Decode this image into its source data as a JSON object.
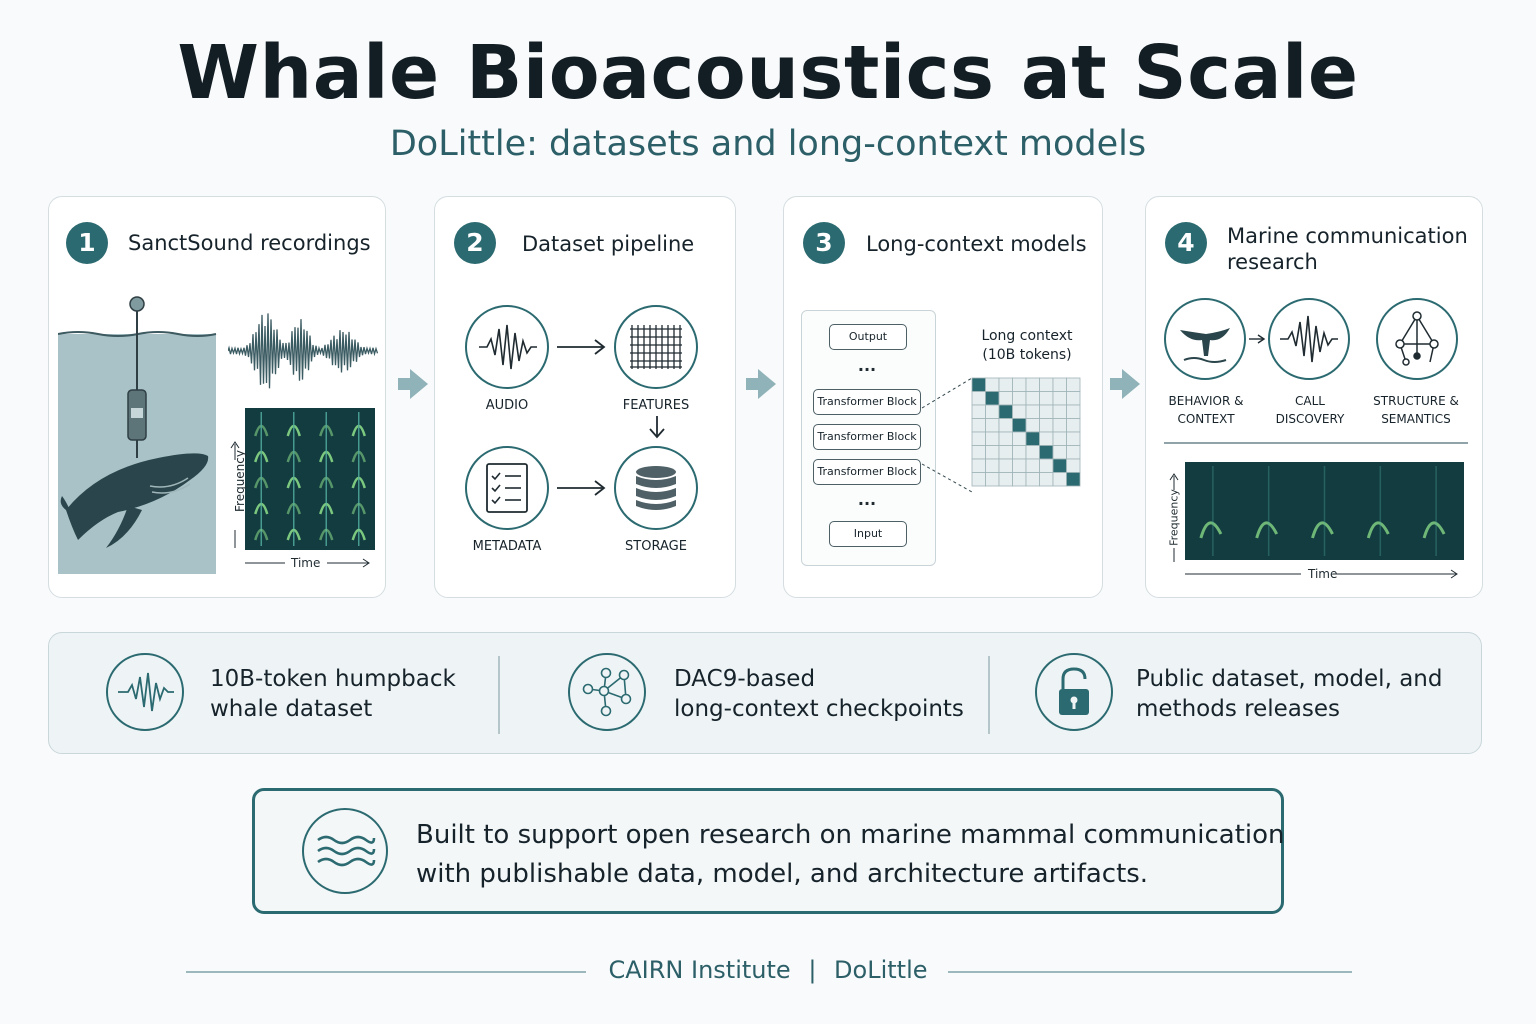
{
  "header": {
    "title": "Whale Bioacoustics at Scale",
    "subtitle": "DoLittle: datasets and long-context models"
  },
  "panels": [
    {
      "number": "1",
      "title": "SanctSound recordings",
      "axes": {
        "y": "Frequency",
        "x": "Time"
      }
    },
    {
      "number": "2",
      "title": "Dataset pipeline",
      "nodes": [
        "AUDIO",
        "FEATURES",
        "METADATA",
        "STORAGE"
      ]
    },
    {
      "number": "3",
      "title": "Long-context models",
      "stack": [
        "Output",
        "...",
        "Transformer Block",
        "Transformer Block",
        "Transformer Block",
        "...",
        "Input"
      ],
      "context_label_1": "Long context",
      "context_label_2": "(10B tokens)"
    },
    {
      "number": "4",
      "title_line1": "Marine communication",
      "title_line2": "research",
      "items": [
        {
          "line1": "BEHAVIOR &",
          "line2": "CONTEXT",
          "icon": "whale-tail-icon"
        },
        {
          "line1": "CALL",
          "line2": "DISCOVERY",
          "icon": "waveform-icon"
        },
        {
          "line1": "STRUCTURE &",
          "line2": "SEMANTICS",
          "icon": "graph-icon"
        }
      ],
      "axes": {
        "y": "Frequency",
        "x": "Time"
      }
    }
  ],
  "stats": [
    {
      "line1": "10B-token humpback",
      "line2": "whale dataset",
      "icon": "waveform-icon"
    },
    {
      "line1": "DAC9-based",
      "line2": "long-context checkpoints",
      "icon": "network-icon"
    },
    {
      "line1": "Public dataset, model, and",
      "line2": "methods releases",
      "icon": "unlock-icon"
    }
  ],
  "note": {
    "line1": "Built to support open research on marine mammal communication",
    "line2": "with publishable data, model, and architecture artifacts.",
    "icon": "waves-icon"
  },
  "footer": {
    "org": "CAIRN Institute",
    "separator": "|",
    "project": "DoLittle"
  },
  "colors": {
    "accent": "#2b6a70",
    "subtitle": "#2c5f67",
    "spectrogram_bg": "#123c40",
    "spectrogram_call": "#8fe08a"
  }
}
